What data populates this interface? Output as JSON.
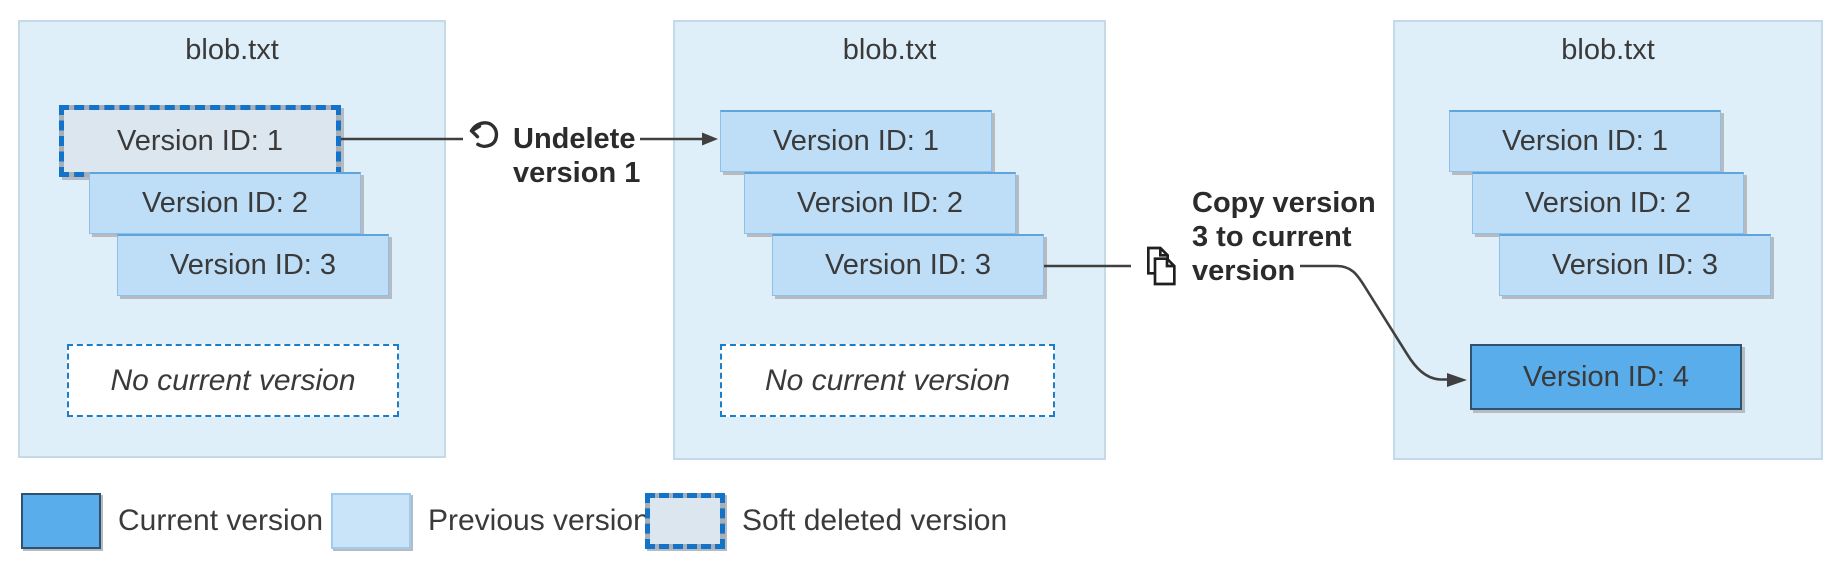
{
  "diagram": {
    "panels": [
      {
        "title": "blob.txt",
        "versions": [
          {
            "label": "Version ID: 1",
            "state": "soft-deleted"
          },
          {
            "label": "Version ID: 2",
            "state": "previous"
          },
          {
            "label": "Version ID: 3",
            "state": "previous"
          }
        ],
        "footer": "No current version"
      },
      {
        "title": "blob.txt",
        "versions": [
          {
            "label": "Version ID: 1",
            "state": "previous"
          },
          {
            "label": "Version ID: 2",
            "state": "previous"
          },
          {
            "label": "Version ID: 3",
            "state": "previous"
          }
        ],
        "footer": "No current version"
      },
      {
        "title": "blob.txt",
        "versions": [
          {
            "label": "Version ID: 1",
            "state": "previous"
          },
          {
            "label": "Version ID: 2",
            "state": "previous"
          },
          {
            "label": "Version ID: 3",
            "state": "previous"
          },
          {
            "label": "Version ID: 4",
            "state": "current"
          }
        ]
      }
    ],
    "actions": [
      {
        "icon": "undo-arrow",
        "label": "Undelete\nversion 1"
      },
      {
        "icon": "copy-pages",
        "label": "Copy version\n3 to current\nversion"
      }
    ],
    "legend": [
      {
        "label": "Current version",
        "state": "current"
      },
      {
        "label": "Previous version",
        "state": "previous"
      },
      {
        "label": "Soft deleted version",
        "state": "soft-deleted"
      }
    ],
    "colors": {
      "panel_background": "#DFEFF9",
      "previous_version_fill": "#BEDDF6",
      "current_version_fill": "#58ADEA",
      "soft_deleted_fill": "#DCE6EE",
      "dashed_border_blue": "#1273C8",
      "connector_line": "#404040"
    }
  }
}
